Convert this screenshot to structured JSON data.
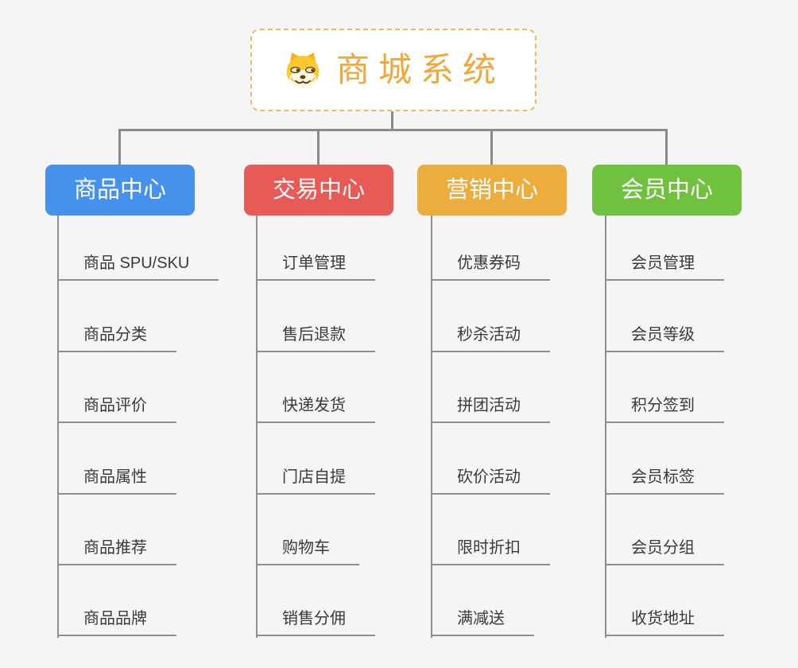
{
  "page": {
    "background_color": "#f5f5f6",
    "connector_color": "#8a8a8a"
  },
  "root": {
    "title": "商城系统",
    "title_color": "#f0a73c",
    "border_color": "#f2b763",
    "icon": "dog-face-icon"
  },
  "branches": [
    {
      "label": "商品中心",
      "color": "#4691eb",
      "items": [
        "商品 SPU/SKU",
        "商品分类",
        "商品评价",
        "商品属性",
        "商品推荐",
        "商品品牌"
      ]
    },
    {
      "label": "交易中心",
      "color": "#e85a55",
      "items": [
        "订单管理",
        "售后退款",
        "快递发货",
        "门店自提",
        "购物车",
        "销售分佣"
      ]
    },
    {
      "label": "营销中心",
      "color": "#ecac3e",
      "items": [
        "优惠券码",
        "秒杀活动",
        "拼团活动",
        "砍价活动",
        "限时折扣",
        "满减送"
      ]
    },
    {
      "label": "会员中心",
      "color": "#6fc13f",
      "items": [
        "会员管理",
        "会员等级",
        "积分签到",
        "会员标签",
        "会员分组",
        "收货地址"
      ]
    }
  ]
}
